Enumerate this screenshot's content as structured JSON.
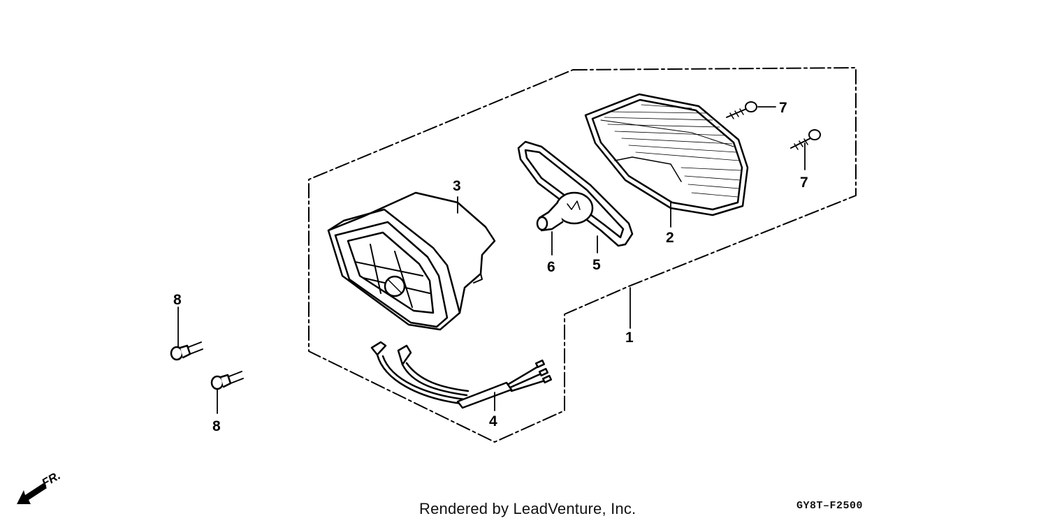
{
  "diagram": {
    "callouts": {
      "c1": "1",
      "c2": "2",
      "c3": "3",
      "c4": "4",
      "c5": "5",
      "c6": "6",
      "c7a": "7",
      "c7b": "7",
      "c8a": "8",
      "c8b": "8"
    },
    "direction_label": "FR.",
    "credit": "Rendered by LeadVenture, Inc.",
    "diagram_code": "GY8T–F2500"
  }
}
